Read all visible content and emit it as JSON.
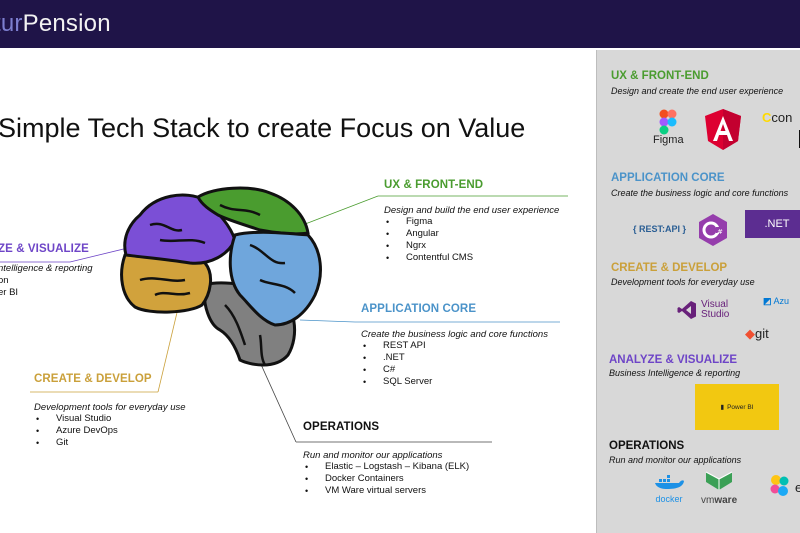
{
  "header": {
    "brand_fragment": "tur",
    "brand_rest": "Pension"
  },
  "title": "Simple Tech Stack to create Focus on Value",
  "sections": {
    "ux": {
      "heading": "UX & FRONT-END",
      "description": "Design and build the end user experience",
      "items": [
        "Figma",
        "Angular",
        "Ngrx",
        "Contentful CMS"
      ]
    },
    "core": {
      "heading": "APPLICATION CORE",
      "description": "Create the business logic and core functions",
      "items": [
        "REST API",
        ".NET",
        "C#",
        "SQL Server"
      ]
    },
    "analyze": {
      "heading": "ZE & VISUALIZE",
      "line1": "ntelligence & reporting",
      "line2": "on",
      "line3": "er BI"
    },
    "create": {
      "heading": "CREATE & DEVELOP",
      "description": "Development tools for everyday use",
      "items": [
        "Visual Studio",
        "Azure DevOps",
        "Git"
      ]
    },
    "ops": {
      "heading": "OPERATIONS",
      "description": "Run and monitor our applications",
      "items": [
        "Elastic – Logstash – Kibana (ELK)",
        "Docker Containers",
        "VM Ware virtual servers"
      ]
    }
  },
  "panel": {
    "ux": {
      "heading": "UX & FRONT-END",
      "description": "Design and create the end user experience"
    },
    "core": {
      "heading": "APPLICATION CORE",
      "description": "Create the business logic and core functions"
    },
    "create": {
      "heading": "CREATE & DEVELOP",
      "description": "Development tools for everyday use"
    },
    "analyze": {
      "heading": "ANALYZE & VISUALIZE",
      "description": "Business Intelligence & reporting"
    },
    "ops": {
      "heading": "OPERATIONS",
      "description": "Run and monitor our applications"
    },
    "logos": {
      "figma": "Figma",
      "contentful": "con",
      "rest_api": "{ REST:API }",
      "dotnet": ".NET",
      "visual_studio_1": "Visual",
      "visual_studio_2": "Studio",
      "azure": "Azu",
      "git": "git",
      "powerbi": "Power BI",
      "docker": "docker",
      "vmware_vm": "vm",
      "vmware_ware": "ware",
      "elastic": "e"
    }
  },
  "colors": {
    "header_bg": "#1f1448",
    "ux": "#4a9c2f",
    "core": "#4b93c9",
    "analyze": "#6e45c7",
    "create": "#caa03a",
    "ops_brain": "#808080"
  },
  "icons": [
    "figma-icon",
    "angular-icon",
    "contentful-icon",
    "csharp-icon",
    "visual-studio-icon",
    "azure-icon",
    "git-icon",
    "powerbi-icon",
    "docker-icon",
    "vmware-icon",
    "elastic-icon"
  ]
}
